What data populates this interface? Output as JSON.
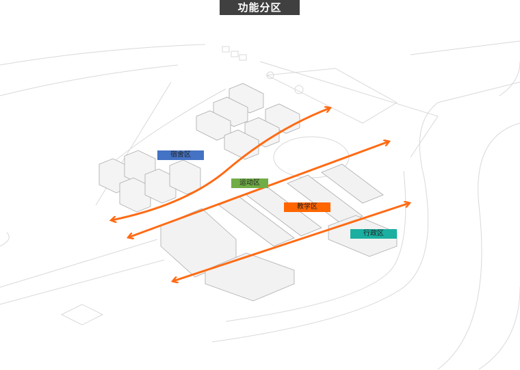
{
  "title": "功能分区",
  "zones": [
    {
      "label": "宿舍区",
      "color": "#4472c4"
    },
    {
      "label": "运动区",
      "color": "#70ad47"
    },
    {
      "label": "教学区",
      "color": "#ff6600"
    },
    {
      "label": "行政区",
      "color": "#1aafa0"
    }
  ],
  "arrow_color": "#ff6a13"
}
